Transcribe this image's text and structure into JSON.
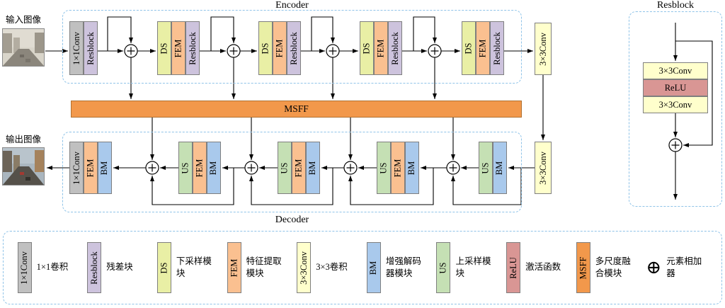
{
  "titles": {
    "encoder": "Encoder",
    "decoder": "Decoder",
    "resblock_panel": "Resblock"
  },
  "io": {
    "input_label": "输入图像",
    "output_label": "输出图像"
  },
  "labels": {
    "conv1": "1×1Conv",
    "conv3": "3×3Conv",
    "resblock": "Resblock",
    "ds": "DS",
    "fem": "FEM",
    "bm": "BM",
    "us": "US",
    "relu": "ReLU",
    "msff": "MSFF",
    "plus": "⊕"
  },
  "colors": {
    "conv1": "#c0c0c0",
    "resblock": "#cdc3dd",
    "ds": "#e9efa5",
    "fem": "#fac090",
    "conv3": "#ffffcc",
    "bm": "#a9c9ec",
    "us": "#c5e0b4",
    "relu": "#d99694",
    "msff": "#f2984b",
    "dashed_border": "#8fc3e8"
  },
  "legend": {
    "items": [
      {
        "block": "1×1Conv",
        "desc": "1×1卷积"
      },
      {
        "block": "Resblock",
        "desc": "残差块"
      },
      {
        "block": "DS",
        "desc": "下采样模块"
      },
      {
        "block": "FEM",
        "desc": "特征提取模块"
      },
      {
        "block": "3×3Conv",
        "desc": "3×3卷积"
      },
      {
        "block": "BM",
        "desc": "增强解码器模块"
      },
      {
        "block": "US",
        "desc": "上采样模块"
      },
      {
        "block": "ReLU",
        "desc": "激活函数"
      },
      {
        "block": "MSFF",
        "desc": "多尺度融合模块"
      },
      {
        "block": "⊕",
        "desc": "元素相加器"
      }
    ]
  }
}
